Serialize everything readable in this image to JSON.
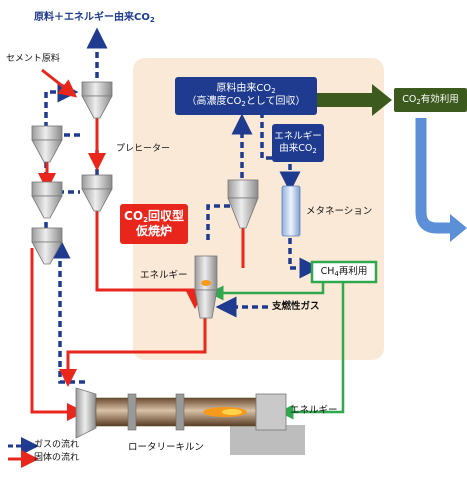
{
  "diagram": {
    "top_output_label": "原料＋エネルギー由来CO",
    "top_output_sub": "2",
    "cement_raw_label": "セメント原料",
    "preheater_label": "プレヒーター",
    "captured_co2": {
      "line1": "原料由来CO",
      "line1_sub": "2",
      "line2a": "（高濃度CO",
      "line2_sub": "2",
      "line2b": "として回収）"
    },
    "energy_co2": {
      "line1": "エネルギー",
      "line2": "由来CO",
      "line2_sub": "2"
    },
    "co2_utilization": {
      "text": "CO",
      "sub": "2",
      "tail": "有効利用"
    },
    "calciner": {
      "line1a": "CO",
      "line1_sub": "2",
      "line1b": "回収型",
      "line2": "仮焼炉"
    },
    "methanation_label": "メタネーション",
    "ch4_reuse": {
      "text": "CH",
      "sub": "4",
      "tail": "再利用"
    },
    "energy_label_calciner": "エネルギー",
    "combustion_gas_label": "支燃性ガス",
    "energy_label_kiln": "エネルギー",
    "kiln_label": "ロータリーキルン",
    "legend": {
      "gas_flow": "ガスの流れ",
      "solid_flow": "固体の流れ"
    },
    "colors": {
      "navy": "#1f3b8f",
      "red": "#e8261b",
      "green": "#3c5a1e",
      "green_line": "#2fa84f",
      "blue_accent": "#5b8fd8",
      "peach_bg": "#fbe9d7"
    }
  }
}
